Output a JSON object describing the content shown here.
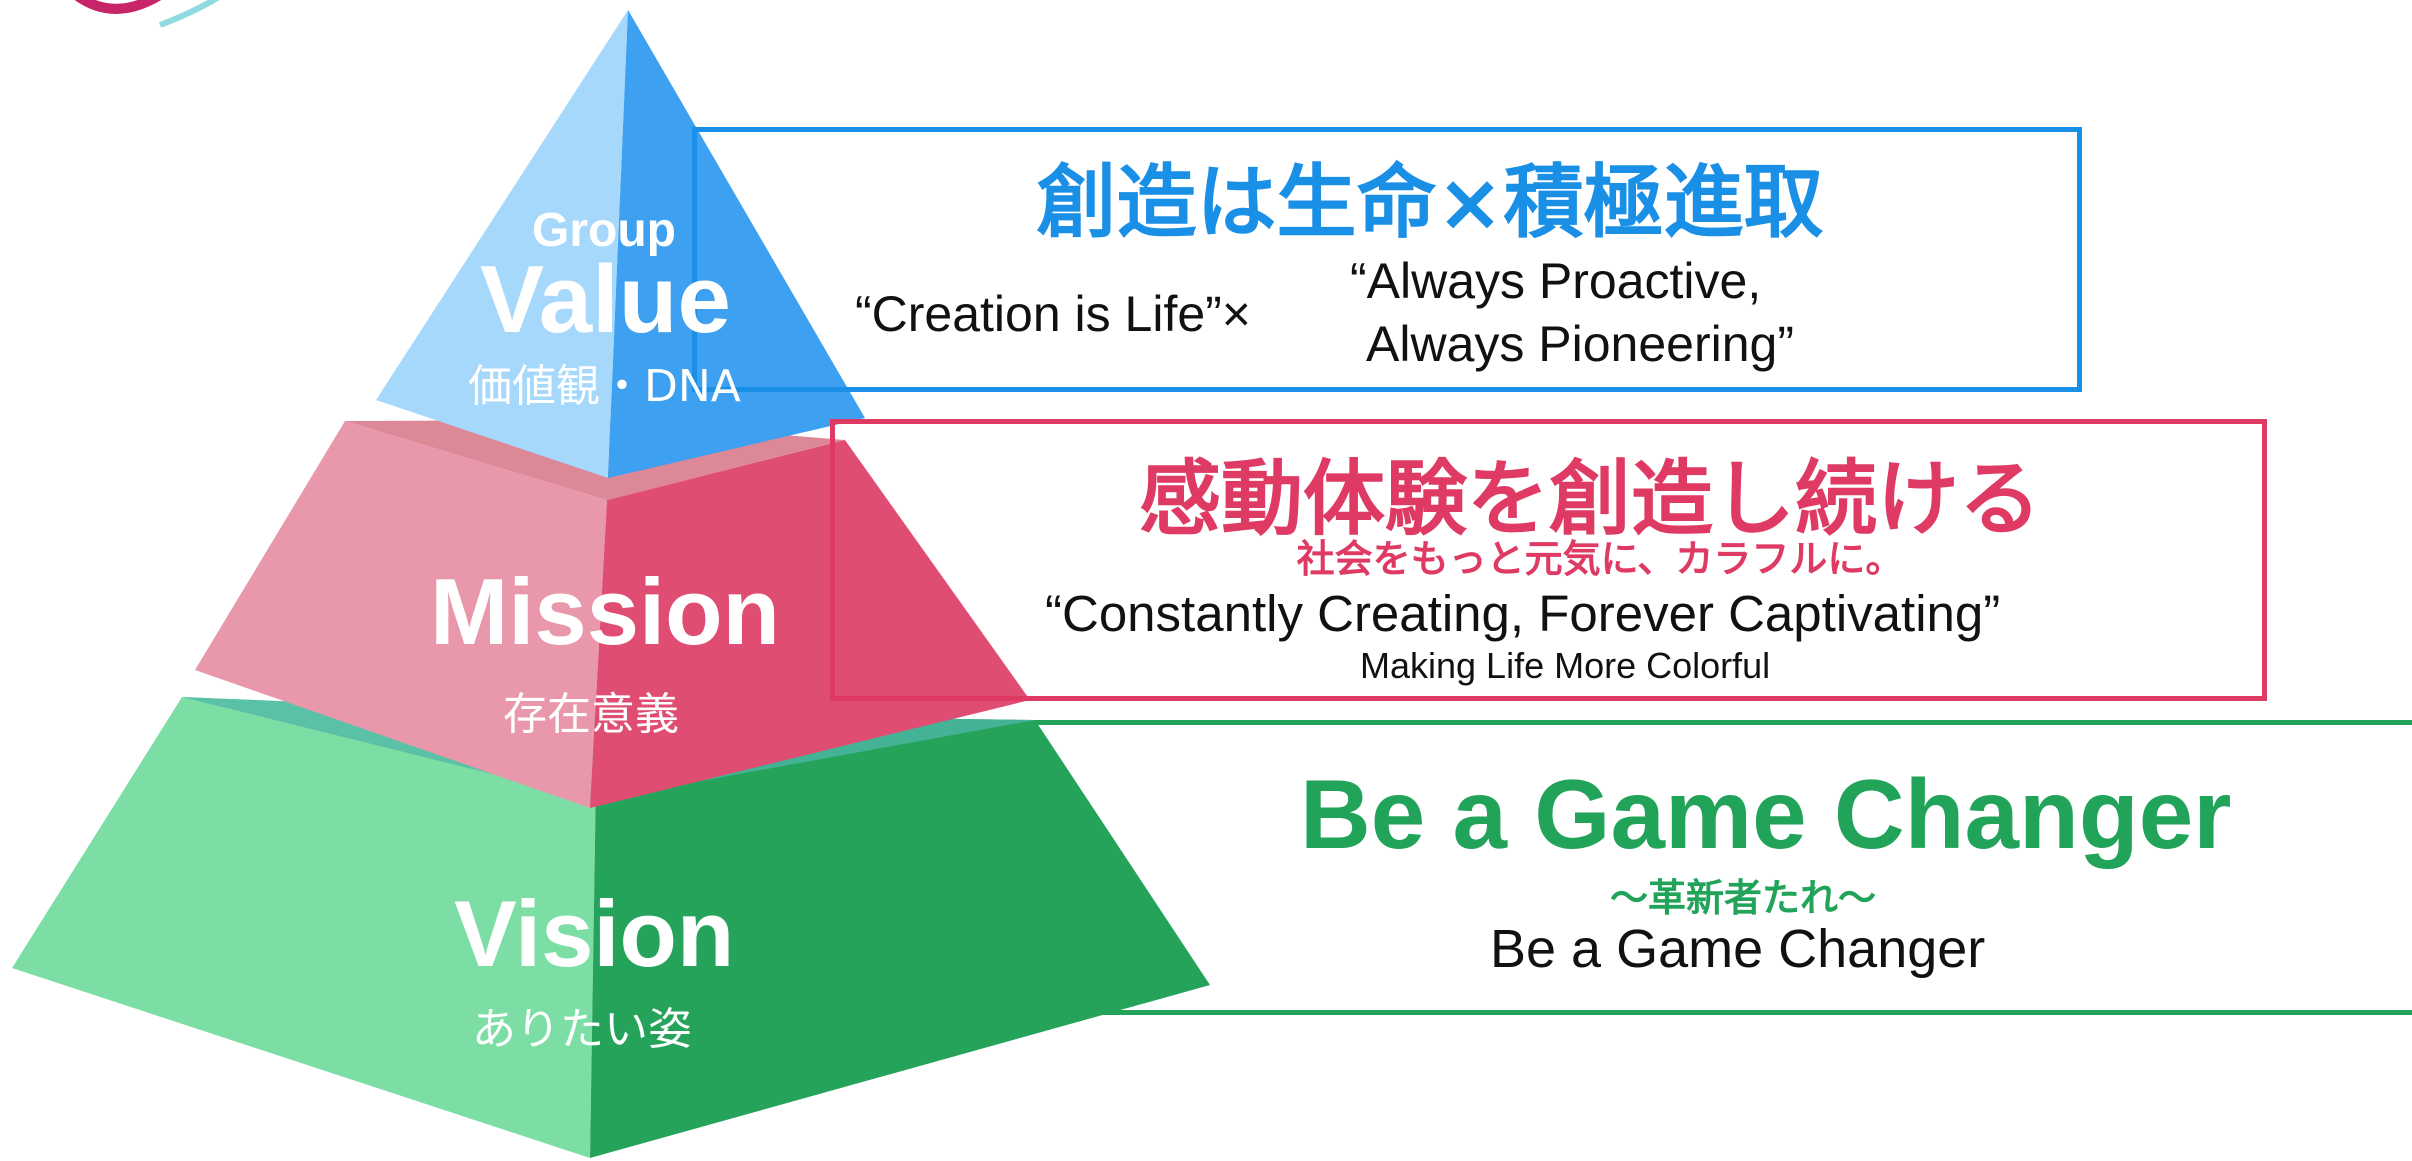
{
  "colors": {
    "value": "#1a8fe6",
    "mission": "#de3a63",
    "vision": "#22a35a",
    "body_text": "#111111",
    "label_text": "#ffffff"
  },
  "pyramid": {
    "value": {
      "group": "Group",
      "title": "Value",
      "sub": "価値観・DNA"
    },
    "mission": {
      "title": "Mission",
      "sub": "存在意義"
    },
    "vision": {
      "title": "Vision",
      "sub": "ありたい姿"
    }
  },
  "value_panel": {
    "heading": "創造は生命×積極進取",
    "en_left": "“Creation is Life”×",
    "en_right_line1": "“Always Proactive,",
    "en_right_line2": "Always Pioneering”"
  },
  "mission_panel": {
    "heading": "感動体験を創造し続ける",
    "sub": "社会をもっと元気に、カラフルに。",
    "en_line1": "“Constantly Creating, Forever Captivating”",
    "en_line2": "Making Life More Colorful"
  },
  "vision_panel": {
    "heading": "Be a Game Changer",
    "sub": "〜革新者たれ〜",
    "en": "Be a Game Changer"
  }
}
